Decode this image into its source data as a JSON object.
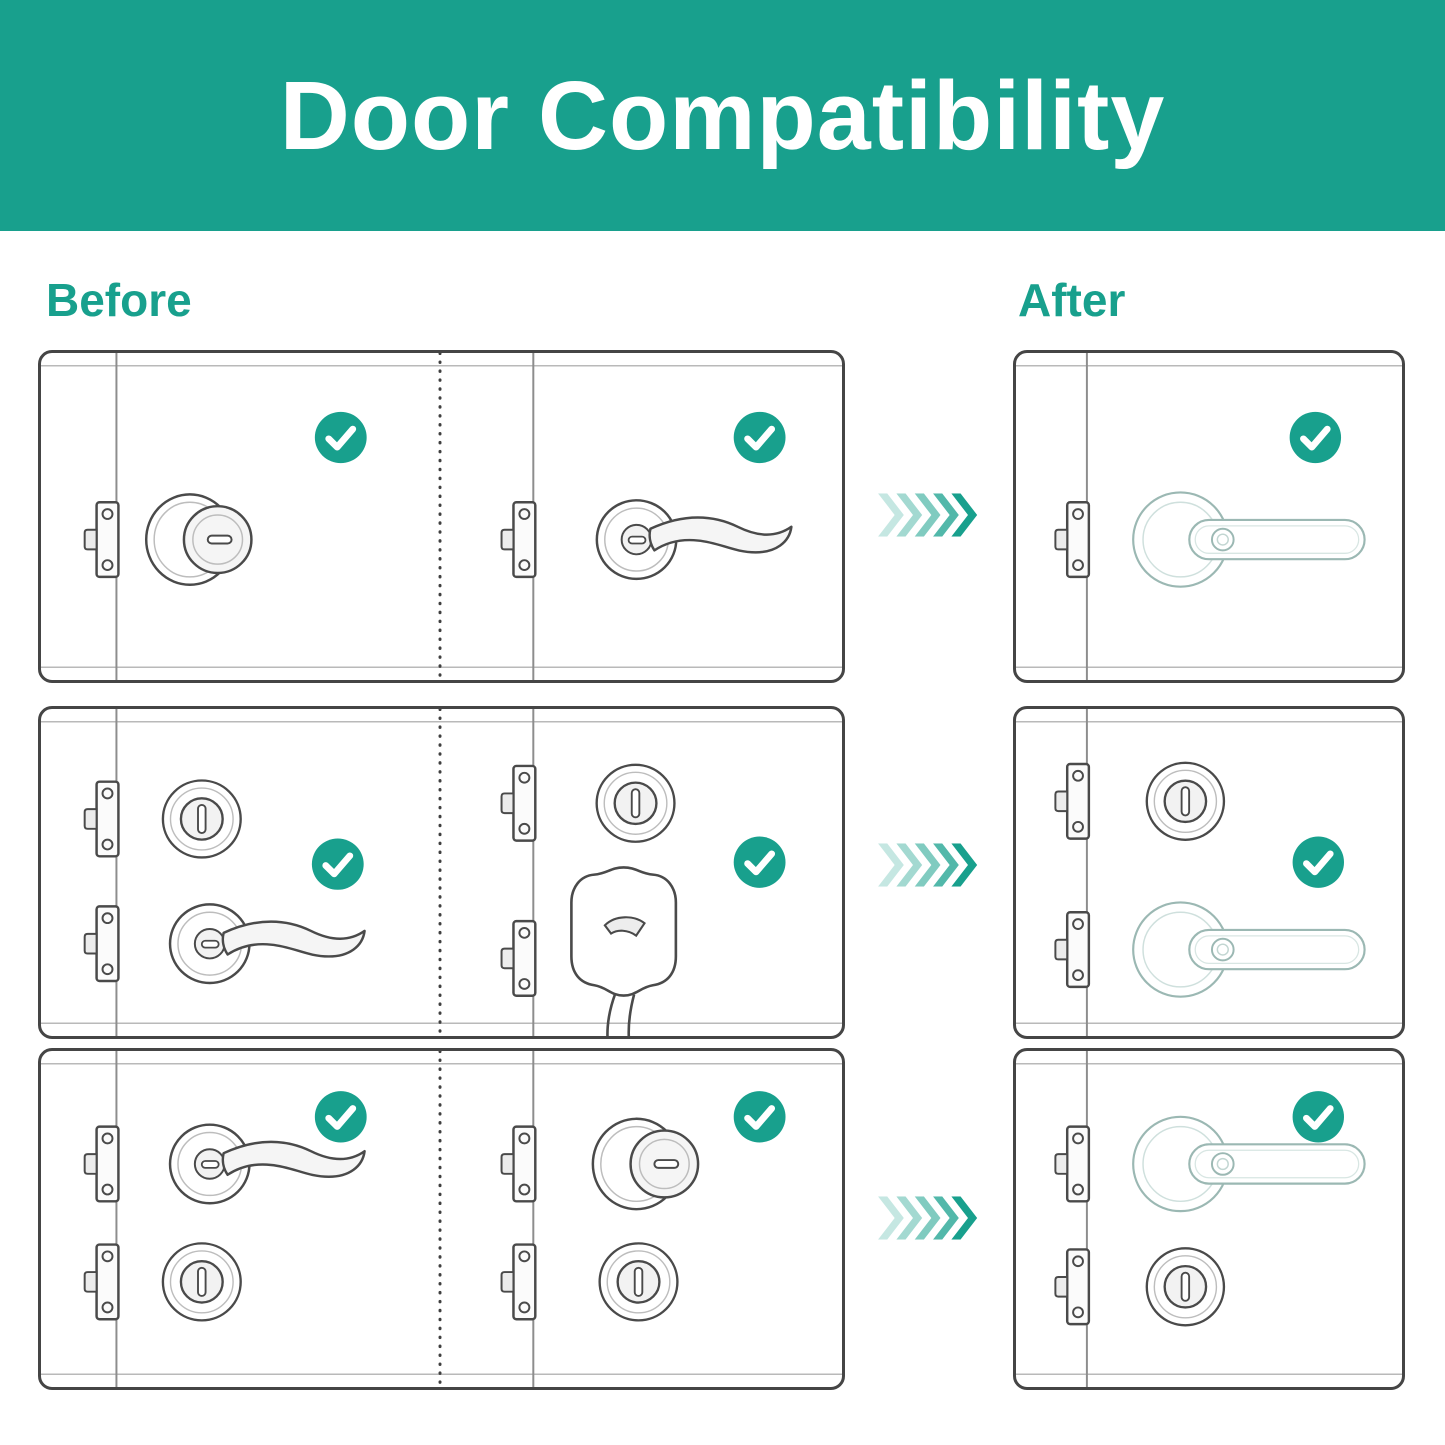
{
  "header": {
    "title": "Door Compatibility"
  },
  "labels": {
    "before": "Before",
    "after": "After"
  },
  "colors": {
    "accent": "#18A08D",
    "panel_border": "#454545",
    "art_line": "#4a4a4a"
  },
  "icons": {
    "compatible": "check-circle-icon",
    "transition": "chevron-right-arrows-icon"
  },
  "rows": [
    {
      "before_left": {
        "hardware": "round door knob",
        "compatible": true
      },
      "before_right": {
        "hardware": "wave lever handle",
        "compatible": true
      },
      "after": {
        "hardware": "smart fingerprint lever",
        "compatible": true
      }
    },
    {
      "before_left": {
        "hardware": "deadbolt above lever handle",
        "compatible": true
      },
      "before_right": {
        "hardware": "deadbolt above decorative handleset",
        "compatible": true
      },
      "after": {
        "hardware": "deadbolt above smart fingerprint lever",
        "compatible": true
      }
    },
    {
      "before_left": {
        "hardware": "lever handle above deadbolt",
        "compatible": true
      },
      "before_right": {
        "hardware": "round door knob above deadbolt",
        "compatible": true
      },
      "after": {
        "hardware": "smart fingerprint lever above deadbolt",
        "compatible": true
      }
    }
  ]
}
